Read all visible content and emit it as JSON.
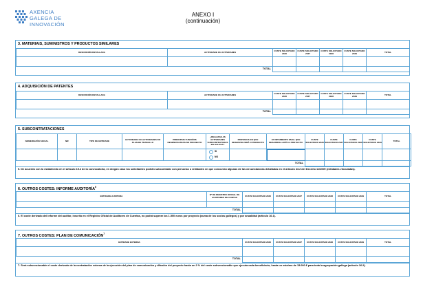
{
  "header": {
    "logo_lines": [
      "AXENCIA",
      "GALEGA DE",
      "INNOVACIÓN"
    ],
    "title": "ANEXO I",
    "subtitle": "(continuación)"
  },
  "colors": {
    "border": "#5aa5d6",
    "logo": "#3d7ec4"
  },
  "sec3": {
    "title": "3. MATERIAIS, SUMINISTROS Y PRODUCTOS SIMILARES",
    "headers": [
      "DESCRICIÓN DETALLADA",
      "ACTIVIDADE OU ACTIVIDADES",
      "CUSTE SOLICITADO 2026",
      "CUSTE SOLICITADO 2027",
      "CUSTE SOLICITADO 2028",
      "CUSTE SOLICITADO 2029",
      "TOTAL"
    ],
    "total_label": "TOTAL"
  },
  "sec4": {
    "title": "4. ADQUISICIÓN DE PATENTES",
    "headers": [
      "DESCRICIÓN DETALLADA",
      "ACTIVIDADE OU ACTIVIDADES",
      "CUSTE SOLICITADO 2026",
      "CUSTE SOLICITADO 2027",
      "CUSTE SOLICITADO 2028",
      "CUSTE SOLICITADO 2029",
      "TOTAL"
    ],
    "total_label": "TOTAL"
  },
  "sec5": {
    "title": "5. SUBCONTRATACIONES",
    "headers": [
      "NOME/RAZÓN SOCIAL",
      "NIF",
      "TIPO DE ENTIDADE",
      "ACTIVIDADE OU ACTIVIDADES DO PLAN DE TRABALLO",
      "PRINCIPAIS FUNCIÓNS DESENVOLVIDAS NO PROXECTO",
      "¿REALIZAN AS ACTIVIDADES SUBCONTRATADAS EN GALICIA?",
      "PROVINCIA EN QUE DESENVOLVERÁ O PROXECTO",
      "AYUNTAMIENTO EN EL QUE DESARROLLARÁ EL PROYECTO",
      "CUSTE SOLICITADO 2026",
      "CUSTE SOLICITADO 2027",
      "CUSTE SOLICITADO 2028",
      "CUSTE SOLICITADO 2029",
      "TOTAL"
    ],
    "radio_si": "SI",
    "radio_no": "NO",
    "total_label": "TOTAL",
    "note": "5. De acuerdo con lo establecido en el artículo 15.4 de la convocatoria, en ningún caso los solicitantes podrán subcontratar con personas o entidades en que concurran algunas de las circunstancias detalladas en el artículo 43.2 del Decreto 11/2009 (entidades vinculadas)."
  },
  "sec6": {
    "title": "6. OUTROS COSTES: INFORME AUDITORÍA",
    "title_sup": "6",
    "headers": [
      "ENTIDADE AUDITORA",
      "Nº DE REXISTRO OFICIAL DE AUDITORES DE CONTAS",
      "CUSTE SOLICITADO 2026",
      "CUSTE SOLICITADO 2027",
      "CUSTE SOLICITADO 2028",
      "CUSTE SOLICITADO 2029",
      "TOTAL"
    ],
    "total_label": "TOTAL",
    "note": "6. El coste derivado del informe del auditor, inscrito en el Registro Oficial de Auditores de Cuentas, no podrá superar los 1.500 euros por proyecto (suma de los socios gallegos) y por anualidad (artículo 16.1)."
  },
  "sec7": {
    "title": "7. OUTROS COSTES: PLAN DE COMUNICACIÓN",
    "title_sup": "7",
    "headers": [
      "ENTIDADE EXTERNA",
      "CUSTE SOLICITADO 2026",
      "CUSTE SOLICITADO 2027",
      "CUSTE SOLICITADO 2028",
      "CUSTE SOLICITADO 2029",
      "TOTAL"
    ],
    "total_label": "TOTAL",
    "note": "7. Será subvencionable el coste derivado de la contratación externa de la ejecución del plan de comunicación y difusión del proyecto hasta un 2 % del coste subvencionable que ejecuta cada beneficiario, hasta un máximo de 15.000 € para toda la agrupación gallega (artículo 16.2)."
  }
}
